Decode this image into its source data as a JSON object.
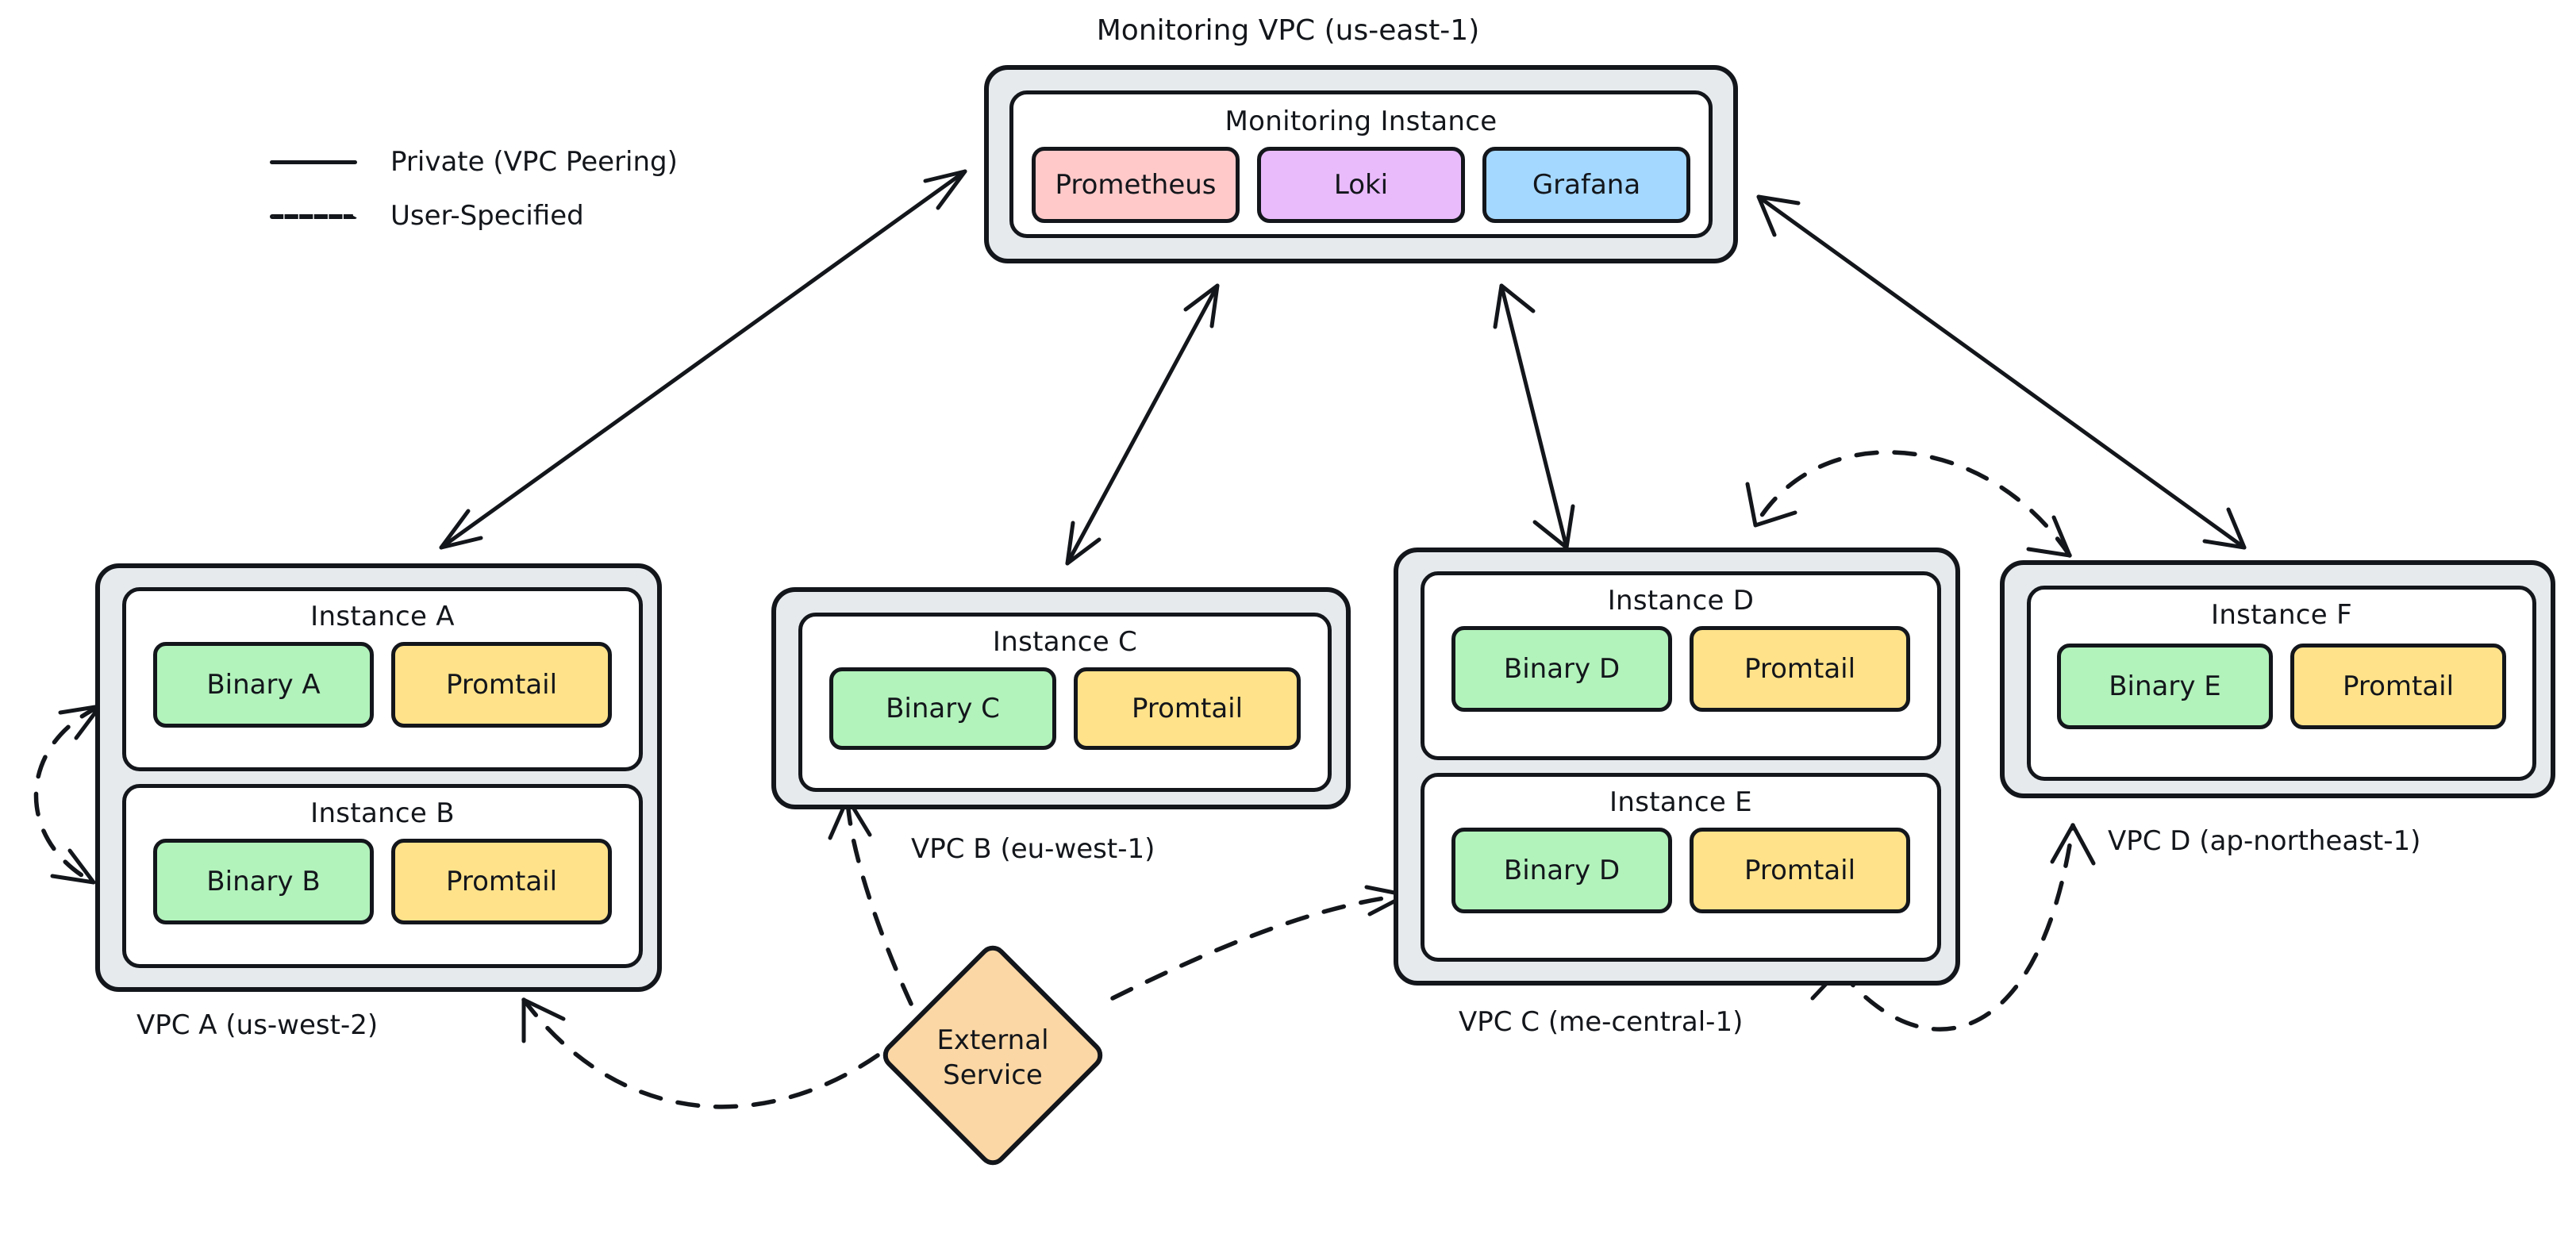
{
  "legend": {
    "items": [
      {
        "label": "Private (VPC Peering)",
        "style": "solid"
      },
      {
        "label": "User-Specified",
        "style": "dashed"
      }
    ]
  },
  "monitoring_vpc": {
    "caption": "Monitoring VPC (us-east-1)",
    "instance": {
      "title": "Monitoring Instance",
      "services": [
        {
          "label": "Prometheus",
          "color": "#ffc9c9"
        },
        {
          "label": "Loki",
          "color": "#e9bbfb"
        },
        {
          "label": "Grafana",
          "color": "#a5d8ff"
        }
      ]
    }
  },
  "vpcs": [
    {
      "id": "vpc-a",
      "caption": "VPC A (us-west-2)",
      "instances": [
        {
          "title": "Instance A",
          "services": [
            {
              "label": "Binary A",
              "color": "#b2f2bb"
            },
            {
              "label": "Promtail",
              "color": "#ffe28a"
            }
          ]
        },
        {
          "title": "Instance B",
          "services": [
            {
              "label": "Binary B",
              "color": "#b2f2bb"
            },
            {
              "label": "Promtail",
              "color": "#ffe28a"
            }
          ]
        }
      ]
    },
    {
      "id": "vpc-b",
      "caption": "VPC B (eu-west-1)",
      "instances": [
        {
          "title": "Instance C",
          "services": [
            {
              "label": "Binary C",
              "color": "#b2f2bb"
            },
            {
              "label": "Promtail",
              "color": "#ffe28a"
            }
          ]
        }
      ]
    },
    {
      "id": "vpc-c",
      "caption": "VPC C (me-central-1)",
      "instances": [
        {
          "title": "Instance D",
          "services": [
            {
              "label": "Binary D",
              "color": "#b2f2bb"
            },
            {
              "label": "Promtail",
              "color": "#ffe28a"
            }
          ]
        },
        {
          "title": "Instance E",
          "services": [
            {
              "label": "Binary D",
              "color": "#b2f2bb"
            },
            {
              "label": "Promtail",
              "color": "#ffe28a"
            }
          ]
        }
      ]
    },
    {
      "id": "vpc-d",
      "caption": "VPC D (ap-northeast-1)",
      "instances": [
        {
          "title": "Instance F",
          "services": [
            {
              "label": "Binary E",
              "color": "#b2f2bb"
            },
            {
              "label": "Promtail",
              "color": "#ffe28a"
            }
          ]
        }
      ]
    }
  ],
  "external_service": {
    "line1": "External",
    "line2": "Service",
    "color": "#fbd7a5"
  },
  "colors": {
    "stroke": "#13161b",
    "vpc_fill": "#e6eaed",
    "instance_fill": "#ffffff",
    "green": "#b2f2bb",
    "yellow": "#ffe28a",
    "pink": "#ffc9c9",
    "purple": "#e9bbfb",
    "blue": "#a5d8ff",
    "orange": "#fbd7a5",
    "background": "#ffffff"
  }
}
